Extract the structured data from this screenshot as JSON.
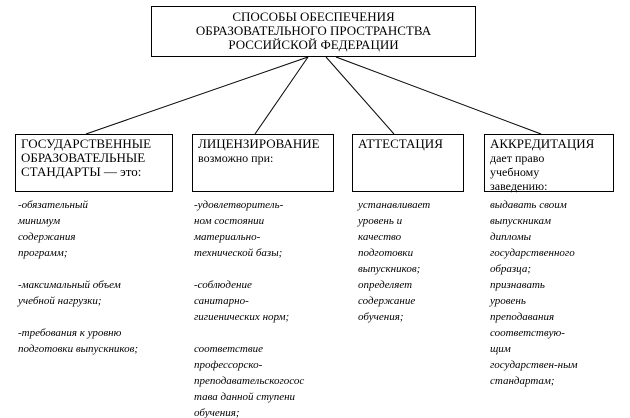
{
  "root": {
    "lines": [
      "СПОСОБЫ ОБЕСПЕЧЕНИЯ",
      "ОБРАЗОВАТЕЛЬНОГО ПРОСТРАНСТВА",
      "РОССИЙСКОЙ  ФЕДЕРАЦИИ"
    ]
  },
  "columns": [
    {
      "head": [
        "ГОСУДАРСТВЕННЫЕ",
        "ОБРАЗОВАТЕЛЬНЫЕ",
        "СТАНДАРТЫ — это:"
      ],
      "sub": [],
      "notes": [
        [
          "-обязательный",
          "минимум",
          "содержания",
          "программ;"
        ],
        [
          "-максимальный объем",
          "учебной нагрузки;"
        ],
        [
          "-требования к уровню",
          "подготовки выпускников;"
        ]
      ]
    },
    {
      "head": [
        "ЛИЦЕНЗИРОВАНИЕ"
      ],
      "sub": [
        "возможно при:"
      ],
      "notes": [
        [
          "-удовлетворитель-",
          "ном состоянии",
          "материально-",
          "технической базы;"
        ],
        [
          "-соблюдение",
          "санитарно-",
          "гигиенических норм;"
        ],
        [
          "соответствие",
          "профессорско-",
          "преподавательскогосос",
          "тава данной ступени",
          "обучения;"
        ]
      ]
    },
    {
      "head": [
        "АТТЕСТАЦИЯ"
      ],
      "sub": [],
      "notes": [
        [
          "устанавливает",
          "уровень и",
          "качество",
          "подготовки",
          "выпускников;",
          "определяет",
          "содержание",
          "обучения;"
        ]
      ]
    },
    {
      "head": [
        "АККРЕДИТАЦИЯ"
      ],
      "sub": [
        "дает право",
        "учебному",
        "заведению:"
      ],
      "notes": [
        [
          "выдавать своим",
          "выпускникам",
          "дипломы",
          "государственного",
          "образца;",
          "признавать",
          "уровень",
          "преподавания",
          "соответствую-",
          "щим",
          "государствен-ным",
          "стандартам;"
        ]
      ]
    }
  ]
}
